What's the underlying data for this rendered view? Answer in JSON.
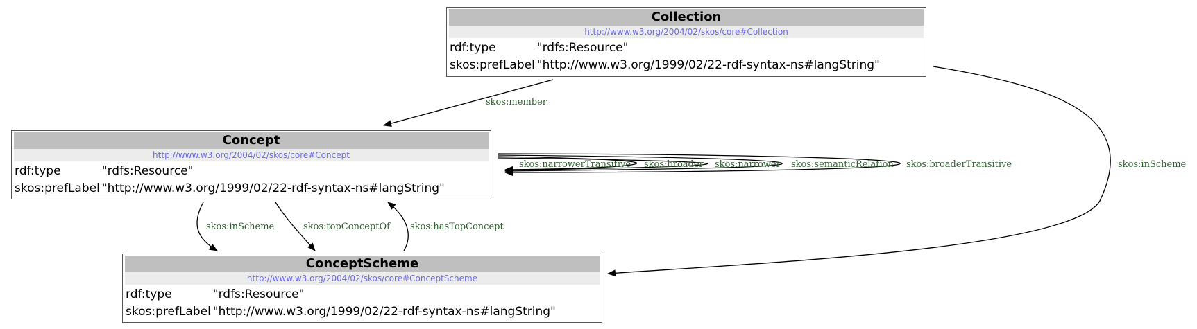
{
  "nodes": {
    "collection": {
      "title": "Collection",
      "uri": "http://www.w3.org/2004/02/skos/core#Collection",
      "props": [
        {
          "key": "rdf:type",
          "value": "\"rdfs:Resource\""
        },
        {
          "key": "skos:prefLabel",
          "value": "\"http://www.w3.org/1999/02/22-rdf-syntax-ns#langString\""
        }
      ]
    },
    "concept": {
      "title": "Concept",
      "uri": "http://www.w3.org/2004/02/skos/core#Concept",
      "props": [
        {
          "key": "rdf:type",
          "value": "\"rdfs:Resource\""
        },
        {
          "key": "skos:prefLabel",
          "value": "\"http://www.w3.org/1999/02/22-rdf-syntax-ns#langString\""
        }
      ]
    },
    "conceptscheme": {
      "title": "ConceptScheme",
      "uri": "http://www.w3.org/2004/02/skos/core#ConceptScheme",
      "props": [
        {
          "key": "rdf:type",
          "value": "\"rdfs:Resource\""
        },
        {
          "key": "skos:prefLabel",
          "value": "\"http://www.w3.org/1999/02/22-rdf-syntax-ns#langString\""
        }
      ]
    }
  },
  "edges": {
    "member": "skos:member",
    "collection_inscheme": "skos:inScheme",
    "narrower_transitive": "skos:narrowerTransitive",
    "broader": "skos:broader",
    "narrower": "skos:narrower",
    "semantic_relation": "skos:semanticRelation",
    "broader_transitive": "skos:broaderTransitive",
    "concept_inscheme": "skos:inScheme",
    "top_concept_of": "skos:topConceptOf",
    "has_top_concept": "skos:hasTopConcept"
  },
  "colors": {
    "header": "#bfbfbf",
    "uri_band": "#ececec",
    "uri_text": "#6a6ae8",
    "edge_label": "#2f5f2f"
  }
}
